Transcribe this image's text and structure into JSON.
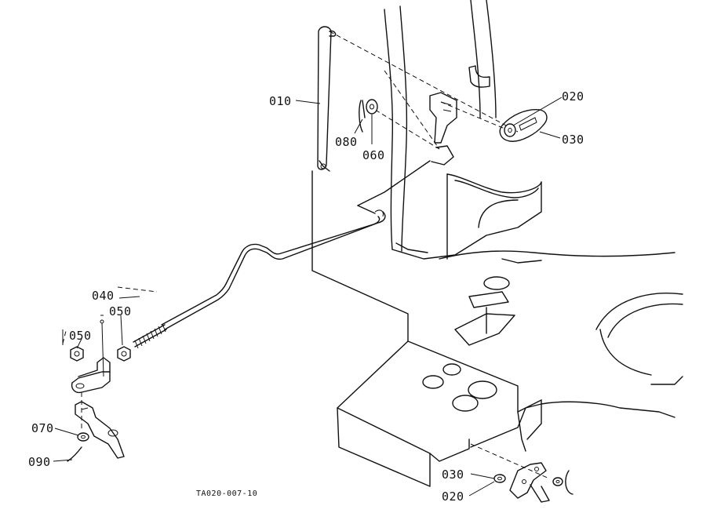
{
  "diagram": {
    "figure_code": "TA020-007-10",
    "callouts": {
      "c010": "010",
      "c020_top": "020",
      "c030_top": "030",
      "c080": "080",
      "c060": "060",
      "c040": "040",
      "c050_left": "050",
      "c050_right": "050",
      "c070": "070",
      "c090": "090",
      "c030_bottom": "030",
      "c020_bottom": "020"
    }
  }
}
